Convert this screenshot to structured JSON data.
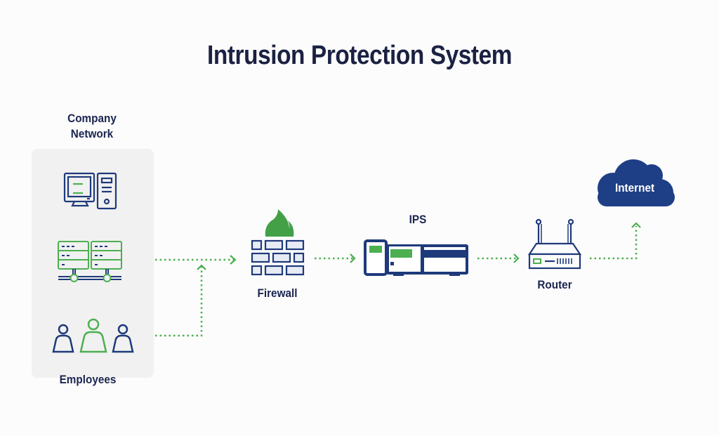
{
  "title": "Intrusion Protection System",
  "company_network": {
    "label_line1": "Company",
    "label_line2": "Network",
    "employees_label": "Employees",
    "icons": [
      "desktop-computer-icon",
      "server-rack-icon",
      "employees-group-icon"
    ]
  },
  "nodes": {
    "firewall": {
      "label": "Firewall",
      "icon": "firewall-icon"
    },
    "ips": {
      "label": "IPS",
      "icon": "ips-appliance-icon"
    },
    "router": {
      "label": "Router",
      "icon": "router-icon"
    },
    "internet": {
      "label": "Internet",
      "icon": "cloud-icon"
    }
  },
  "flow": [
    "Company Network",
    "Firewall",
    "IPS",
    "Router",
    "Internet"
  ],
  "colors": {
    "navy": "#1e3a7b",
    "title": "#1b2142",
    "green": "#4caf50",
    "panel": "#f1f1f1",
    "cloud": "#1e3f86"
  }
}
